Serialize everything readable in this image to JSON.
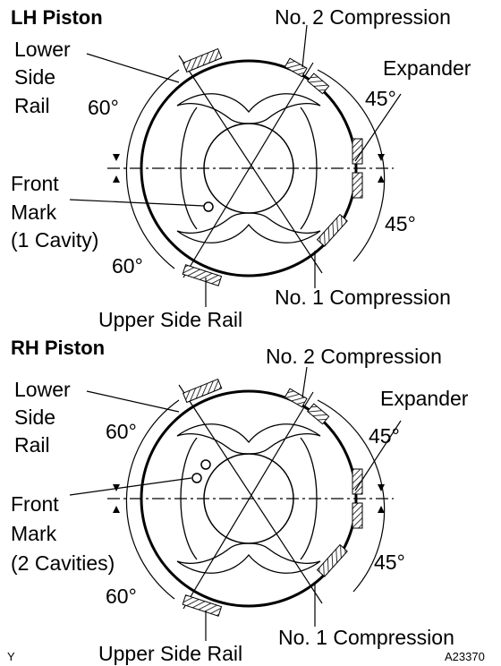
{
  "lh": {
    "title": "LH Piston",
    "no2": "No. 2 Compression",
    "expander": "Expander",
    "lower1": "Lower",
    "lower2": "Side",
    "lower3": "Rail",
    "angle_left_top": "60°",
    "angle_right_top": "45°",
    "angle_right_bottom": "45°",
    "angle_left_bottom": "60°",
    "front1": "Front",
    "front2": "Mark",
    "front3": "(1 Cavity)",
    "no1": "No. 1 Compression",
    "upper": "Upper Side Rail"
  },
  "rh": {
    "title": "RH Piston",
    "no2": "No. 2 Compression",
    "expander": "Expander",
    "lower1": "Lower",
    "lower2": "Side",
    "lower3": "Rail",
    "angle_left_top": "60°",
    "angle_right_top": "45°",
    "angle_right_bottom": "45°",
    "angle_left_bottom": "60°",
    "front1": "Front",
    "front2": "Mark",
    "front3": "(2 Cavities)",
    "no1": "No. 1 Compression",
    "upper": "Upper Side Rail"
  },
  "footer": {
    "left_mark": "Y",
    "code": "A23370"
  }
}
